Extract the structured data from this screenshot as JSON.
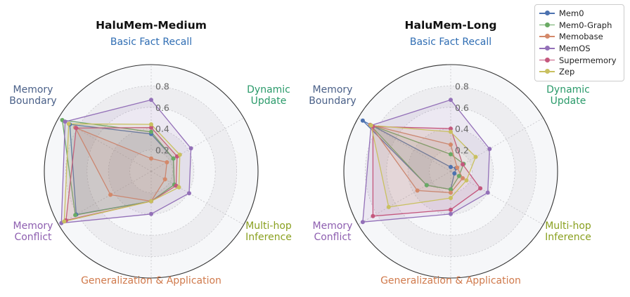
{
  "chart_data": [
    {
      "type": "radar",
      "title": "HaluMem-Medium",
      "axes": [
        "Basic Fact Recall",
        "Dynamic Update",
        "Multi-hop Inference",
        "Generalization & Application",
        "Memory Conflict",
        "Memory Boundary"
      ],
      "axis_label_lines": [
        [
          "Basic Fact Recall"
        ],
        [
          "Dynamic",
          "Update"
        ],
        [
          "Multi-hop",
          "Inference"
        ],
        [
          "Generalization & Application"
        ],
        [
          "Memory",
          "Conflict"
        ],
        [
          "Memory",
          "Boundary"
        ]
      ],
      "axis_label_colors": [
        "#2f6db3",
        "#2a9a6a",
        "#8aa020",
        "#d07a4c",
        "#8e5fb0",
        "#4a6088"
      ],
      "rlim": [
        0,
        1
      ],
      "ticks": [
        0.2,
        0.4,
        0.6,
        0.8
      ],
      "tick_labels": [
        "0.2",
        "0.4",
        "0.6",
        "0.8"
      ],
      "series": [
        {
          "name": "Mem0",
          "values": [
            0.35,
            0.24,
            0.25,
            0.28,
            0.81,
            0.88
          ]
        },
        {
          "name": "Mem0-Graph",
          "values": [
            0.37,
            0.24,
            0.25,
            0.28,
            0.82,
            0.96
          ]
        },
        {
          "name": "Memobase",
          "values": [
            0.12,
            0.17,
            0.15,
            0.28,
            0.44,
            0.82
          ]
        },
        {
          "name": "MemOS",
          "values": [
            0.67,
            0.43,
            0.41,
            0.4,
            0.97,
            0.93
          ]
        },
        {
          "name": "Supermemory",
          "values": [
            0.41,
            0.28,
            0.27,
            0.28,
            0.92,
            0.81
          ]
        },
        {
          "name": "Zep",
          "values": [
            0.44,
            0.31,
            0.3,
            0.28,
            0.94,
            0.89
          ]
        }
      ]
    },
    {
      "type": "radar",
      "title": "HaluMem-Long",
      "axes": [
        "Basic Fact Recall",
        "Dynamic Update",
        "Multi-hop Inference",
        "Generalization & Application",
        "Memory Conflict",
        "Memory Boundary"
      ],
      "axis_label_lines": [
        [
          "Basic Fact Recall"
        ],
        [
          "Dynamic",
          "Update"
        ],
        [
          "Multi-hop",
          "Inference"
        ],
        [
          "Generalization & Application"
        ],
        [
          "Memory",
          "Conflict"
        ],
        [
          "Memory",
          "Boundary"
        ]
      ],
      "axis_label_colors": [
        "#2f6db3",
        "#2a9a6a",
        "#8aa020",
        "#d07a4c",
        "#8e5fb0",
        "#4a6088"
      ],
      "rlim": [
        0,
        1
      ],
      "ticks": [
        0.2,
        0.4,
        0.6,
        0.8
      ],
      "tick_labels": [
        "0.2",
        "0.4",
        "0.6",
        "0.8"
      ],
      "series": [
        {
          "name": "Mem0",
          "values": [
            0.04,
            0.06,
            0.04,
            0.17,
            0.26,
            0.95
          ]
        },
        {
          "name": "Mem0-Graph",
          "values": [
            0.16,
            0.14,
            0.09,
            0.17,
            0.26,
            0.87
          ]
        },
        {
          "name": "Memobase",
          "values": [
            0.25,
            0.07,
            0.13,
            0.2,
            0.36,
            0.87
          ]
        },
        {
          "name": "MemOS",
          "values": [
            0.67,
            0.42,
            0.4,
            0.4,
            0.95,
            0.86
          ]
        },
        {
          "name": "Supermemory",
          "values": [
            0.4,
            0.13,
            0.32,
            0.36,
            0.84,
            0.84
          ]
        },
        {
          "name": "Zep",
          "values": [
            0.37,
            0.27,
            0.17,
            0.25,
            0.67,
            0.86
          ]
        }
      ]
    }
  ],
  "legend": {
    "entries": [
      {
        "name": "Mem0",
        "color": "#4c72b0"
      },
      {
        "name": "Mem0-Graph",
        "color": "#6aaa64"
      },
      {
        "name": "Memobase",
        "color": "#d4896a"
      },
      {
        "name": "MemOS",
        "color": "#9370b8"
      },
      {
        "name": "Supermemory",
        "color": "#c4577d"
      },
      {
        "name": "Zep",
        "color": "#c9c060"
      }
    ]
  }
}
